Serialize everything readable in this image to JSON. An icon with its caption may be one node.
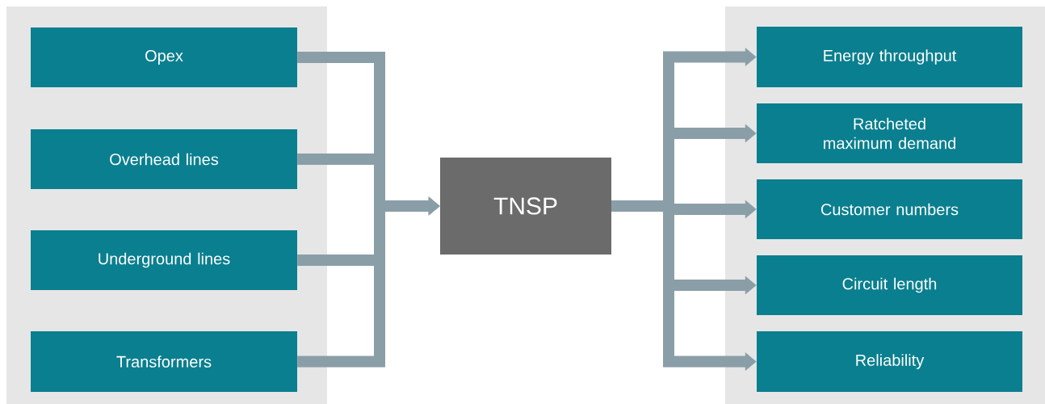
{
  "diagram": {
    "nodes": [
      {
        "text": [],
        "shape": "box"
      },
      {
        "text": [
          "Opex"
        ],
        "in": 0
      },
      {
        "text": [
          "Overhead lines"
        ],
        "in": 0
      },
      {
        "text": [
          "Underground lines"
        ],
        "in": 0
      },
      {
        "text": [
          "Transformers"
        ],
        "in": 0
      },
      {
        "text": [
          "TNSP"
        ]
      },
      {
        "text": [],
        "shape": "box"
      },
      {
        "text": [
          "Energy throughput"
        ],
        "in": 6
      },
      {
        "text": [
          "Ratcheted maximum demand"
        ],
        "in": 6
      },
      {
        "text": [
          "Customer numbers"
        ],
        "in": 6
      },
      {
        "text": [
          "Circuit length"
        ],
        "in": 6
      },
      {
        "text": [
          "Reliability"
        ],
        "in": 6
      }
    ],
    "edges": [
      {
        "from": 1,
        "to": 5,
        "arrow": "to"
      },
      {
        "from": 2,
        "to": 5,
        "arrow": "to"
      },
      {
        "from": 3,
        "to": 5,
        "arrow": "to"
      },
      {
        "from": 4,
        "to": 5,
        "arrow": "to"
      },
      {
        "from": 5,
        "to": 7,
        "arrow": "to"
      },
      {
        "from": 5,
        "to": 8,
        "arrow": "to"
      },
      {
        "from": 5,
        "to": 9,
        "arrow": "to"
      },
      {
        "from": 5,
        "to": 10,
        "arrow": "to"
      },
      {
        "from": 5,
        "to": 11,
        "arrow": "to"
      }
    ]
  }
}
